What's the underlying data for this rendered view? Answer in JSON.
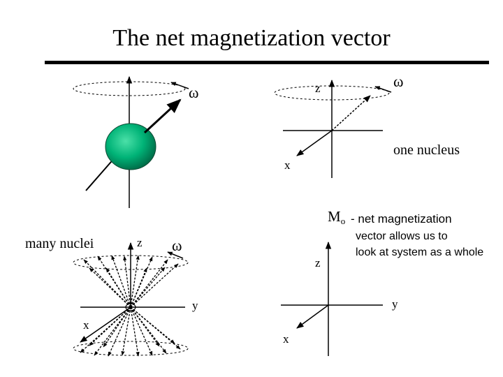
{
  "title": "The net magnetization vector",
  "labels": {
    "omega_symbol": "ω",
    "z_axis": "z",
    "x_axis": "x",
    "y_axis": "y",
    "one_nucleus": "one nucleus",
    "many_nuclei": "many nuclei",
    "mo_main": "M",
    "mo_sub": "o",
    "net_mag_line1": "- net magnetization",
    "net_mag_line2": "vector allows us to",
    "net_mag_line3": "look at system as a whole"
  },
  "colors": {
    "nucleus_sphere": "#00b377",
    "nucleus_highlight": "#4be0a8",
    "lines": "#000000"
  }
}
